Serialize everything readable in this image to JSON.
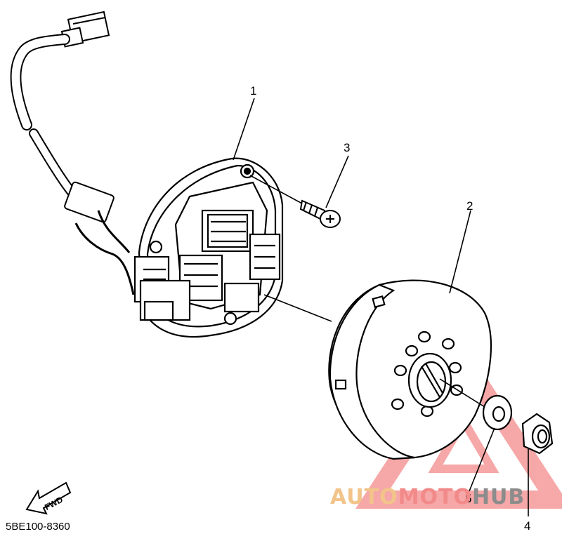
{
  "diagram": {
    "callouts": [
      {
        "id": "1",
        "label": "1"
      },
      {
        "id": "2",
        "label": "2"
      },
      {
        "id": "3",
        "label": "3"
      },
      {
        "id": "4",
        "label": "4"
      },
      {
        "id": "5",
        "label": "5"
      }
    ],
    "fwd_label": "FWD",
    "part_code": "5BE100-8360"
  },
  "watermark": {
    "part1": "AUTO",
    "part2": "MOTO",
    "part3": "HUB",
    "colors": {
      "orange": "#f2c48a",
      "red": "#f28a8a",
      "gray": "#8c8c8c"
    }
  }
}
